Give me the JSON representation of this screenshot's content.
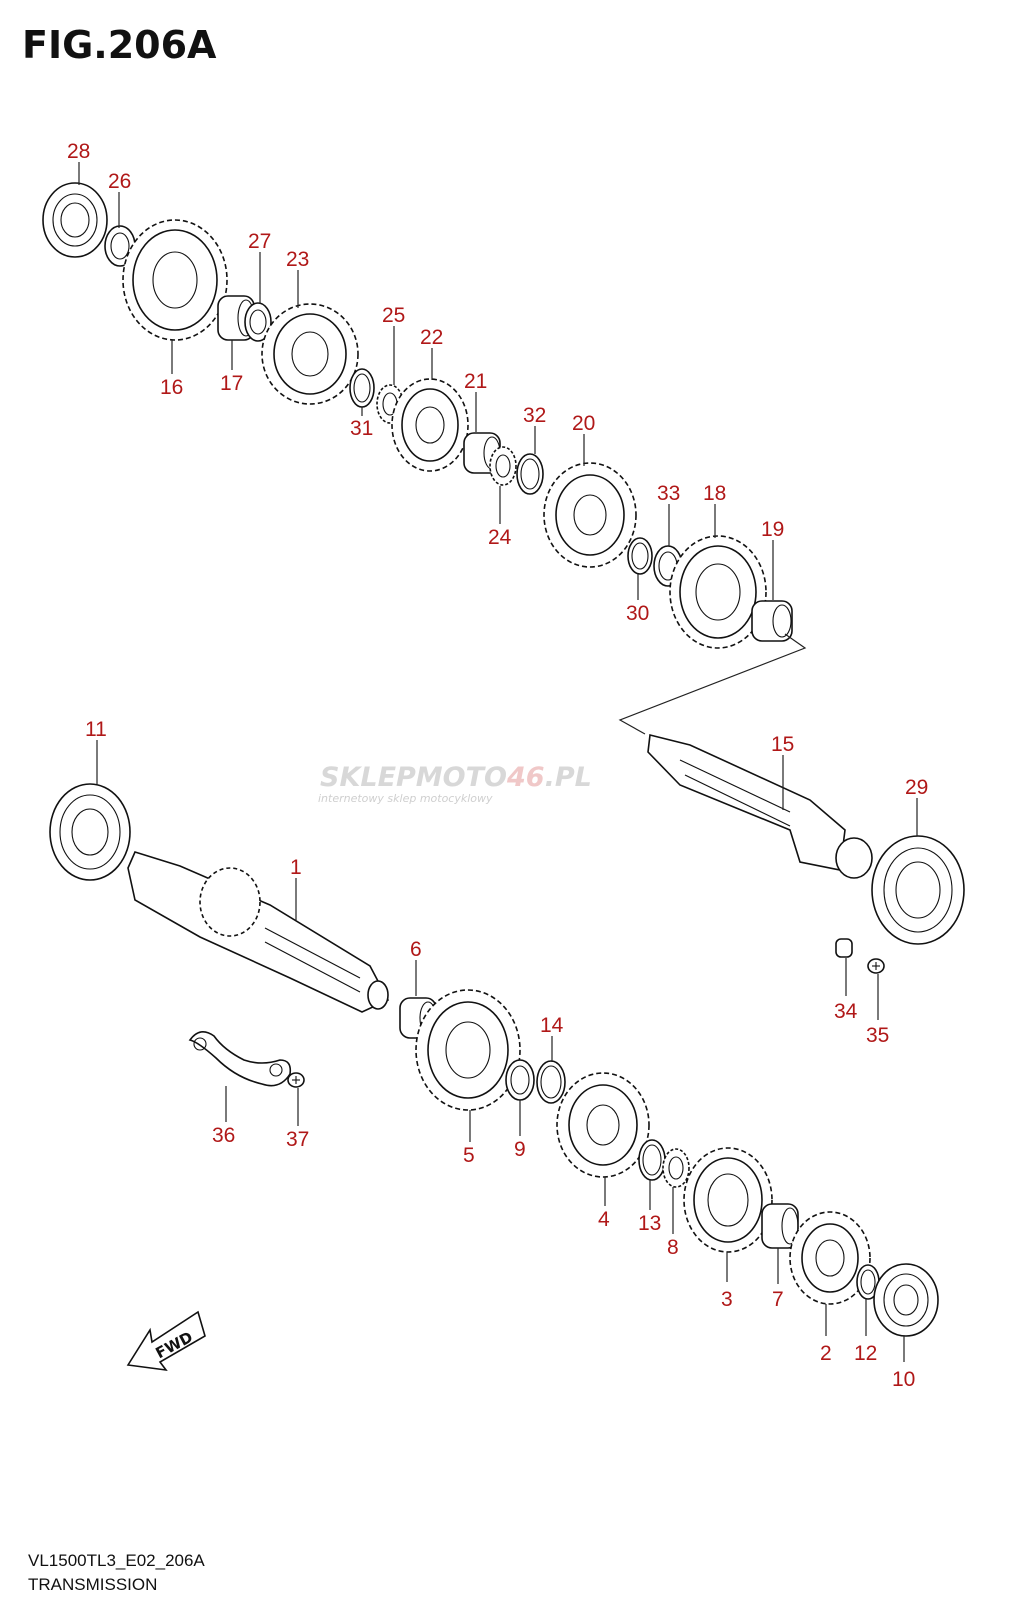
{
  "figure": {
    "title": "FIG.206A",
    "code": "VL1500TL3_E02_206A",
    "caption": "TRANSMISSION"
  },
  "watermark": {
    "brand_main": "SKLEPMOTO",
    "brand_accent": "46",
    "brand_tld": ".PL",
    "tagline": "internetowy sklep motocyklowy"
  },
  "direction_marker": {
    "label": "FWD",
    "icon": "arrow-left-down-icon"
  },
  "callouts": [
    "28",
    "26",
    "27",
    "23",
    "16",
    "17",
    "25",
    "22",
    "31",
    "21",
    "32",
    "20",
    "24",
    "33",
    "18",
    "19",
    "30",
    "11",
    "15",
    "29",
    "1",
    "6",
    "14",
    "34",
    "35",
    "36",
    "37",
    "5",
    "9",
    "4",
    "13",
    "8",
    "3",
    "7",
    "2",
    "12",
    "10"
  ],
  "colors": {
    "callout": "#b01818",
    "line": "#111111",
    "background": "#ffffff"
  }
}
